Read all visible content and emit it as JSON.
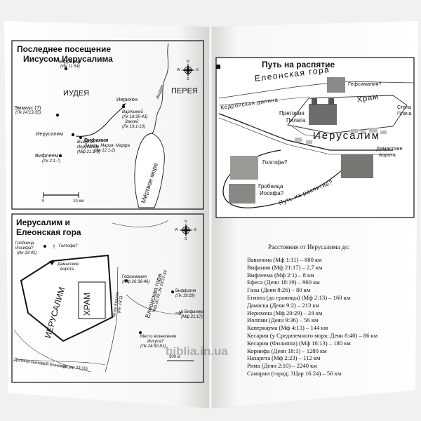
{
  "map1": {
    "title_line1": "Последнее посещение",
    "title_line2": "Иисусом Иерусалима",
    "efraim": "Ефраим",
    "efraim_ref": "(Ин 11:54)",
    "judea": "ИУДЕЯ",
    "perea": "ПЕРЕЯ",
    "jordan": "Иордан",
    "jericho": "Иерихон",
    "jericho_notes": [
      "Вартимей",
      "(Лк 18:35-43)",
      "Закхей",
      "(Лк 19:1-10)"
    ],
    "emmaus": "Эммаус (?)",
    "emmaus_ref": "(Лк 24:13-35)",
    "jerusalem": "Иерусалим",
    "entry": [
      "Въезд в",
      "Иерусалим",
      "(Мф 21:1-9)"
    ],
    "bethany": "Вифания",
    "bethany_notes": [
      "Лазарь, Мария, Марфа",
      "(Ин 12:1-2)"
    ],
    "bethlehem": "Вифлеем",
    "bethlehem_ref": "(Лк 2:1-7)",
    "dead_sea": "Мёртвое море",
    "scale": [
      "0",
      "10 км"
    ]
  },
  "map2": {
    "title_line1": "Иерусалим и",
    "title_line2": "Елеонская гора",
    "tomb": "Гробница",
    "tomb2": "Иосифа?",
    "tomb_ref": "(Ин 19:42)",
    "golgotha": "Голгофа?",
    "damascus": [
      "Дамасские",
      "ворота"
    ],
    "jerusalem": "ИЕРУСАЛИМ",
    "temple": "ХРАМ",
    "gethsemane": "Гефсимания",
    "gethsemane_ref": "(Мф 26:36-46)",
    "kidron": "поток Кедрон",
    "kidron_ref": "(Ин 18:1)",
    "olives": "Елеонская гора",
    "olives_ref": "Мф 26:30; Лк 19:37-44",
    "bethphage": "Виффагия",
    "bethphage_ref": "(Лк 19:29)",
    "to_bethany": "в Вифанию",
    "to_bethany_ref": "(Мф 21:17)",
    "ascension": [
      "Место вознесения",
      "Иисуса?",
      "(Лк 24:50-51)"
    ],
    "hinnom": "Долина сыновей Еннома",
    "hinnom_ref": "(4Цар 23:10)",
    "scale": "300 м"
  },
  "crucifixion": {
    "title": "Путь на распятие",
    "olives": "Елеонская гора",
    "gethsemane": "Гефсимания?",
    "kidron": "Кедронская долина",
    "temple": "Храм",
    "wall": [
      "Стена",
      "Плача"
    ],
    "praetorium": [
      "Претория",
      "Пилата"
    ],
    "jerusalem": "Иерусалим",
    "damascus": [
      "Дамасские",
      "ворота"
    ],
    "golgotha": "Голгофа?",
    "tomb": [
      "Гробница",
      "Иосифа?"
    ],
    "path": "Путь на распятие?"
  },
  "distances": {
    "title": "Расстояния от Иерусалима до:",
    "items": [
      "Вавилона (Мф 1:11) – 880 км",
      "Вифании (Мф 21:17) – 2,7 км",
      "Вифлеема (Мф 2:1) – 8 км",
      "Ефеса (Деян 18:19) – 960 км",
      "Газы (Деян 8:26) – 80 км",
      "Египта (до границы) (Мф 2:13) – 160 км",
      "Дамаска (Деян 9:2) – 213 км",
      "Иерихона (Мф 20:29) – 24 км",
      "Иоппии (Деян 9:36) – 56 км",
      "Капернаума (Мф 4:13) – 144 км",
      "Кесарии (у Средиземного моря; Деян 8:40) – 86 км",
      "Кесарии (Филиппа) (Мф 16:13) – 180 км",
      "Коринфа (Деян 18:1) – 1280 км",
      "Назарета (Мф 2:23) – 112 км",
      "Рима (Деян 2:10) – 2240 км",
      "Самарии (город; 3Цар 16:24) – 56 км"
    ]
  },
  "watermark": "biblia.in.ua",
  "compass": [
    "N",
    "S",
    "W",
    "E"
  ]
}
